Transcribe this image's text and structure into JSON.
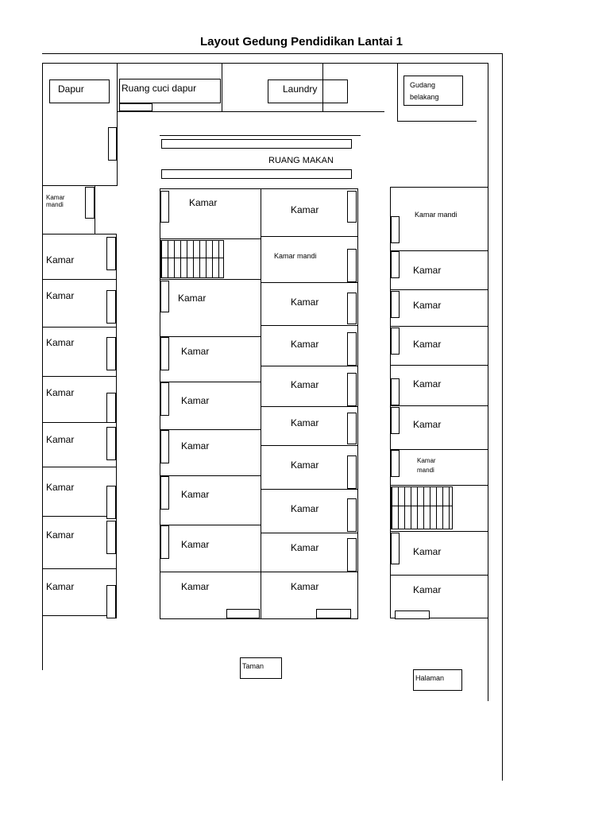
{
  "title": "Layout Gedung Pendidikan Lantai 1",
  "top_rooms": {
    "dapur": "Dapur",
    "ruang_cuci": "Ruang cuci dapur",
    "laundry": "Laundry",
    "gudang": "Gudang\nbelakang"
  },
  "ruang_makan": "RUANG MAKAN",
  "left_column": {
    "kamar_mandi": "Kamar\nmandi",
    "kamar": [
      "Kamar",
      "Kamar",
      "Kamar",
      "Kamar",
      "Kamar",
      "Kamar",
      "Kamar",
      "Kamar"
    ]
  },
  "center_left_column": [
    "Kamar",
    "Kamar",
    "Kamar",
    "Kamar",
    "Kamar",
    "Kamar",
    "Kamar",
    "Kamar"
  ],
  "center_right_column": [
    "Kamar",
    "Kamar mandi",
    "Kamar",
    "Kamar",
    "Kamar",
    "Kamar",
    "Kamar",
    "Kamar",
    "Kamar",
    "Kamar"
  ],
  "right_column": {
    "kamar_mandi_top": "Kamar mandi",
    "kamar_upper": [
      "Kamar",
      "Kamar",
      "Kamar",
      "Kamar",
      "Kamar"
    ],
    "kamar_mandi_mid": "Kamar\nmandi",
    "kamar_lower": [
      "Kamar",
      "Kamar"
    ]
  },
  "taman": "Taman",
  "halaman": "Halaman"
}
